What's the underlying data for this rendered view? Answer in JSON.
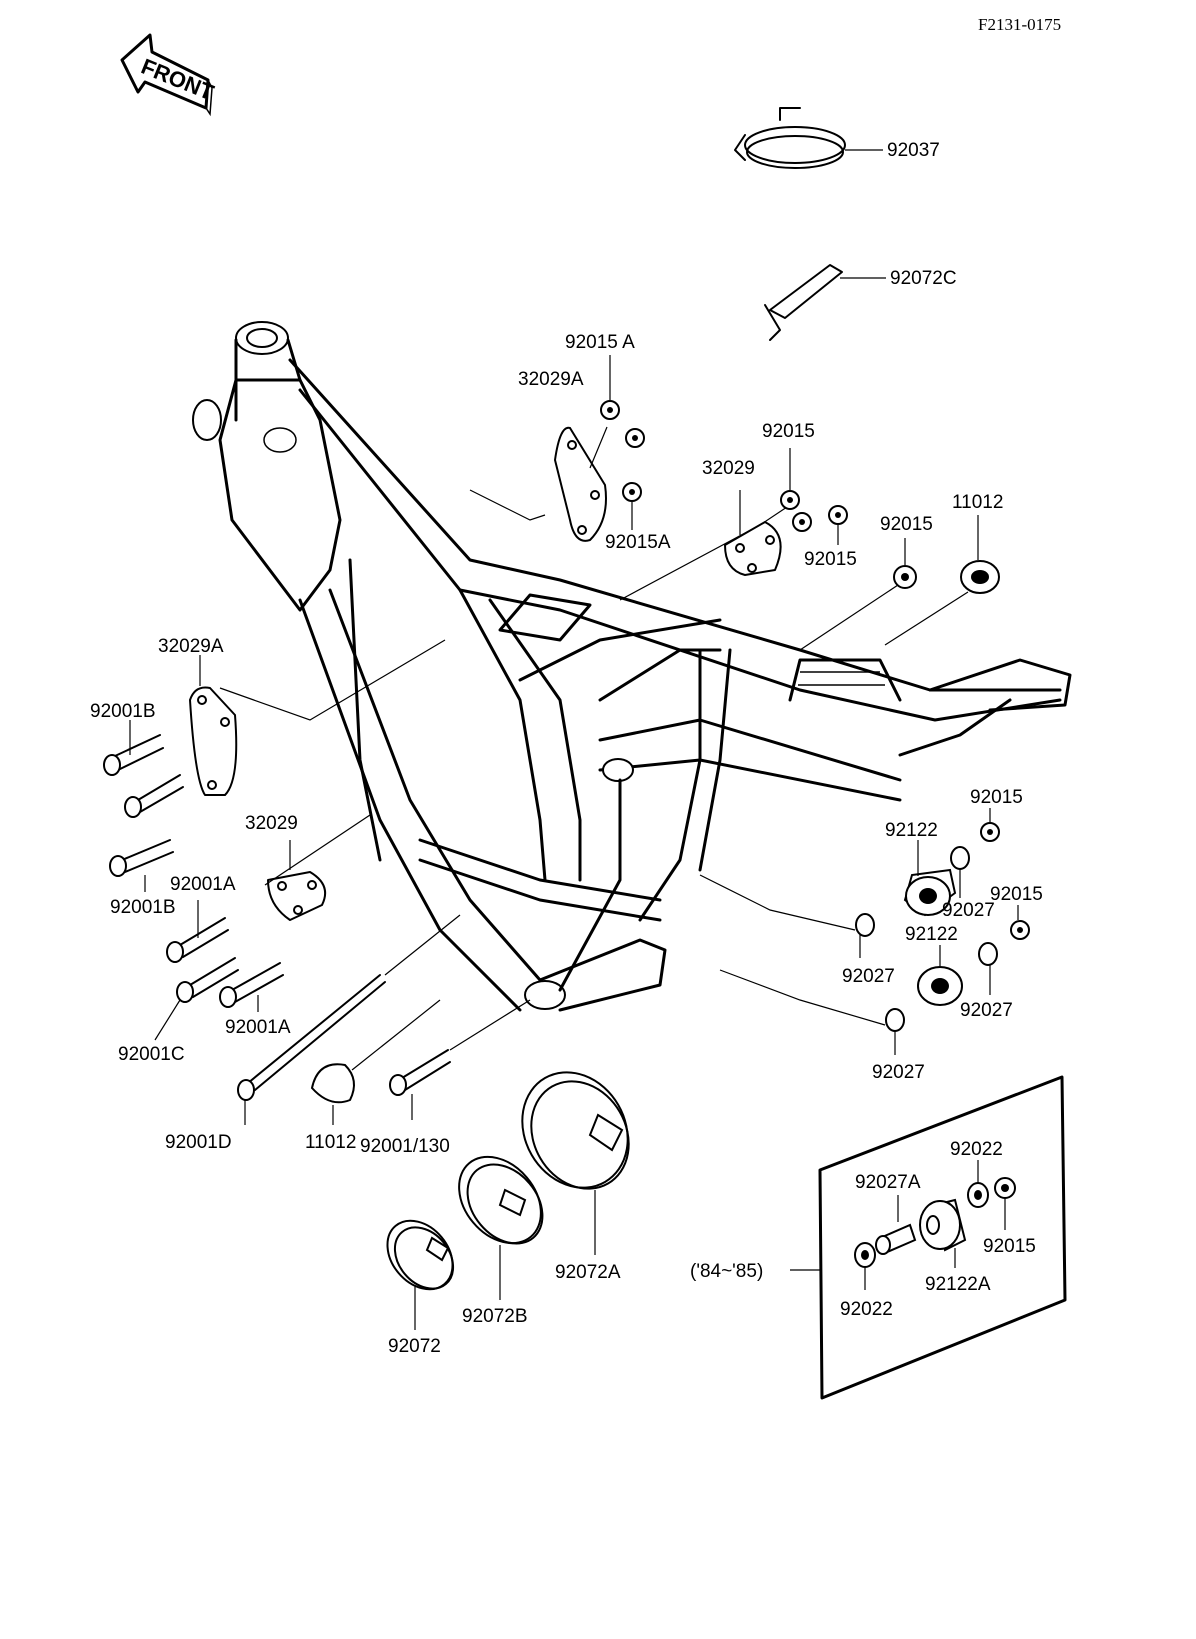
{
  "diagram_code": "F2131-0175",
  "front_badge": "FRONT",
  "inset_label": "('84~'85)",
  "labels": {
    "p92037": "92037",
    "p92072C": "92072C",
    "p92015A_top": "92015 A",
    "p32029A_top": "32029A",
    "p92015A_low": "92015A",
    "p92015_top": "92015",
    "p32029_top": "32029",
    "p92015_mid": "92015",
    "p92015_right": "92015",
    "p11012_right": "11012",
    "p32029A_left": "32029A",
    "p92001B_top": "92001B",
    "p32029_left": "32029",
    "p92001A_top": "92001A",
    "p92001B_low": "92001B",
    "p92001A_low": "92001A",
    "p92001C": "92001C",
    "p92001D": "92001D",
    "p11012_low": "11012",
    "p92001_130": "92001/130",
    "p92015_r1": "92015",
    "p92122_1": "92122",
    "p92027_1": "92027",
    "p92015_r2": "92015",
    "p92027_2": "92027",
    "p92122_2": "92122",
    "p92027_3": "92027",
    "p92027_4": "92027",
    "p92072A": "92072A",
    "p92072B": "92072B",
    "p92072": "92072",
    "p92022_top": "92022",
    "p92027A": "92027A",
    "p92015_inset": "92015",
    "p92122A": "92122A",
    "p92022_low": "92022"
  }
}
